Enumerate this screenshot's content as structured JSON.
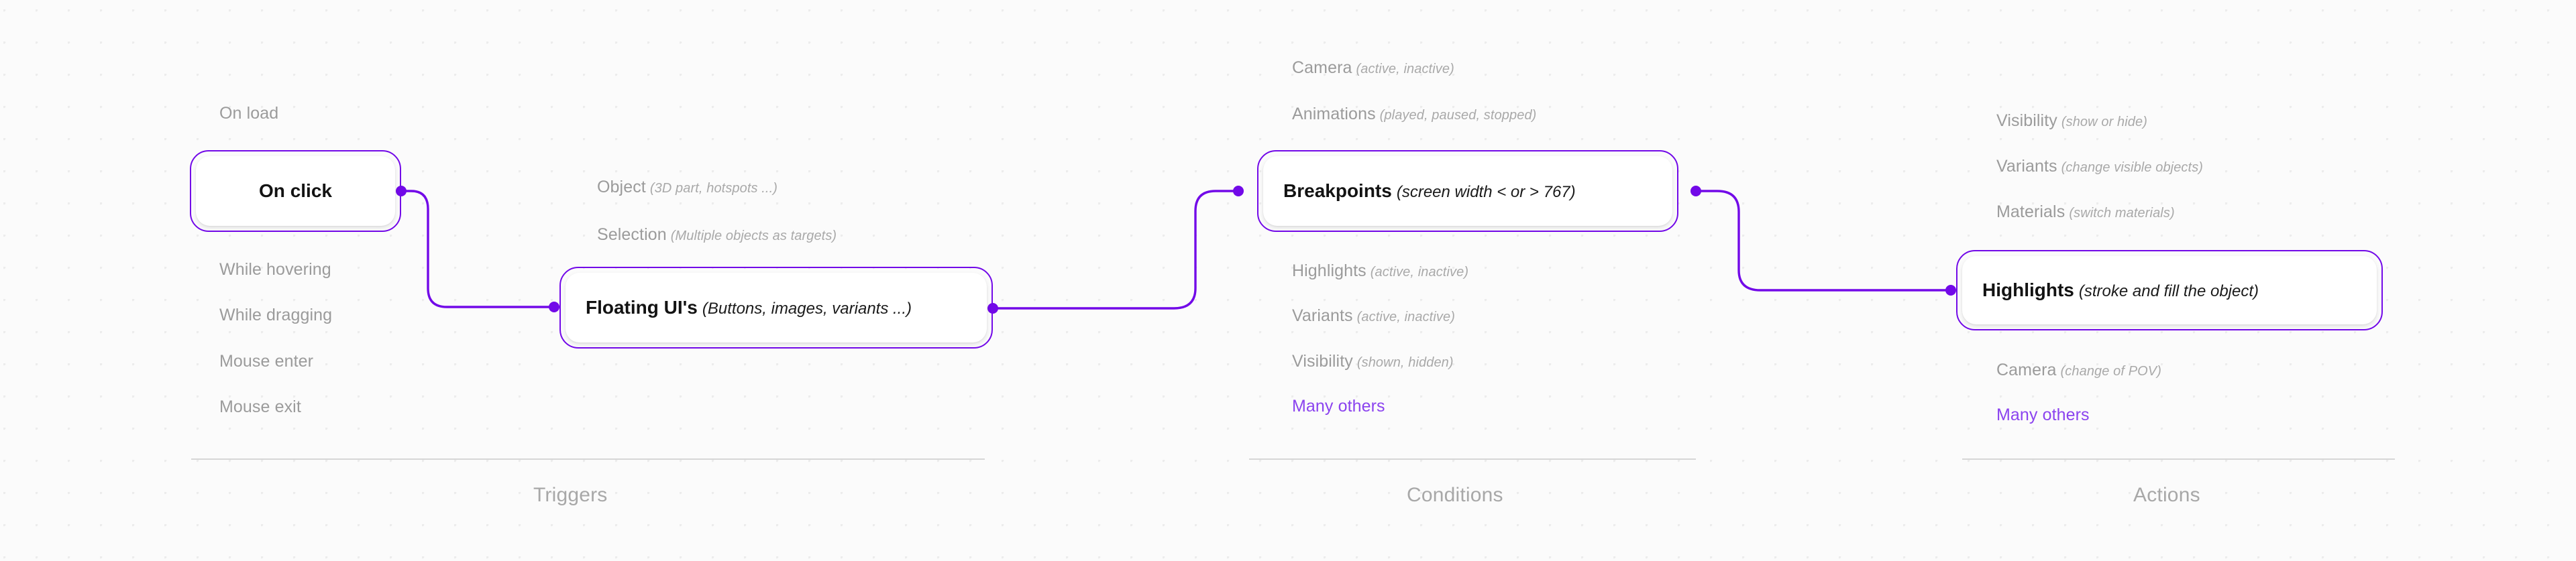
{
  "theme": {
    "background": "#fbfbfb",
    "grid_dot": "#ececec",
    "accent_purple": "#7209e8",
    "accent_link": "#8b43ef",
    "muted_text": "#9b9b9b",
    "divider": "#d6d6d6"
  },
  "columns": [
    {
      "id": "triggers",
      "caption": "Triggers",
      "rows": [
        {
          "label": "On load",
          "note": ""
        },
        {
          "label": "While hovering",
          "note": ""
        },
        {
          "label": "While dragging",
          "note": ""
        },
        {
          "label": "Mouse enter",
          "note": ""
        },
        {
          "label": "Mouse exit",
          "note": ""
        },
        {
          "label": "Object",
          "note": "(3D part, hotspots ...)"
        },
        {
          "label": "Selection",
          "note": "(Multiple objects as targets)"
        }
      ],
      "cards": [
        {
          "label": "On click",
          "note": ""
        },
        {
          "label": "Floating UI's",
          "note": "(Buttons, images, variants ...)"
        }
      ]
    },
    {
      "id": "conditions",
      "caption": "Conditions",
      "rows": [
        {
          "label": "Camera",
          "note": "(active, inactive)"
        },
        {
          "label": "Animations",
          "note": "(played, paused, stopped)"
        },
        {
          "label": "Highlights",
          "note": "(active, inactive)"
        },
        {
          "label": "Variants",
          "note": "(active, inactive)"
        },
        {
          "label": "Visibility",
          "note": "(shown, hidden)"
        },
        {
          "label": "Many others",
          "note": ""
        }
      ],
      "cards": [
        {
          "label": "Breakpoints",
          "note": "(screen width < or > 767)"
        }
      ]
    },
    {
      "id": "actions",
      "caption": "Actions",
      "rows": [
        {
          "label": "Visibility",
          "note": "(show or hide)"
        },
        {
          "label": "Variants",
          "note": "(change visible objects)"
        },
        {
          "label": "Materials",
          "note": "(switch materials)"
        },
        {
          "label": "Camera",
          "note": "(change of POV)"
        },
        {
          "label": "Many others",
          "note": ""
        }
      ],
      "cards": [
        {
          "label": "Highlights",
          "note": "(stroke and fill the object)"
        }
      ]
    }
  ],
  "triggers": {
    "caption": "Triggers",
    "on_load": {
      "label": "On load",
      "note": ""
    },
    "on_click": {
      "label": "On click",
      "note": ""
    },
    "while_hovering": {
      "label": "While hovering",
      "note": ""
    },
    "while_dragging": {
      "label": "While dragging",
      "note": ""
    },
    "mouse_enter": {
      "label": "Mouse enter",
      "note": ""
    },
    "mouse_exit": {
      "label": "Mouse exit",
      "note": ""
    },
    "object": {
      "label": "Object",
      "note": "(3D part, hotspots ...)"
    },
    "selection": {
      "label": "Selection",
      "note": "(Multiple objects as targets)"
    },
    "floating_ui": {
      "label": "Floating UI's",
      "note": "(Buttons, images, variants ...)"
    }
  },
  "conditions": {
    "caption": "Conditions",
    "camera": {
      "label": "Camera",
      "note": "(active, inactive)"
    },
    "animations": {
      "label": "Animations",
      "note": "(played, paused, stopped)"
    },
    "breakpoints": {
      "label": "Breakpoints",
      "note": "(screen width < or > 767)"
    },
    "highlights": {
      "label": "Highlights",
      "note": "(active, inactive)"
    },
    "variants": {
      "label": "Variants",
      "note": "(active, inactive)"
    },
    "visibility": {
      "label": "Visibility",
      "note": "(shown, hidden)"
    },
    "many_others": {
      "label": "Many others",
      "note": ""
    }
  },
  "actions": {
    "caption": "Actions",
    "visibility": {
      "label": "Visibility",
      "note": "(show or hide)"
    },
    "variants": {
      "label": "Variants",
      "note": "(change visible objects)"
    },
    "materials": {
      "label": "Materials",
      "note": "(switch materials)"
    },
    "highlights": {
      "label": "Highlights",
      "note": "(stroke and fill the object)"
    },
    "camera": {
      "label": "Camera",
      "note": "(change of POV)"
    },
    "many_others": {
      "label": "Many others",
      "note": ""
    }
  }
}
